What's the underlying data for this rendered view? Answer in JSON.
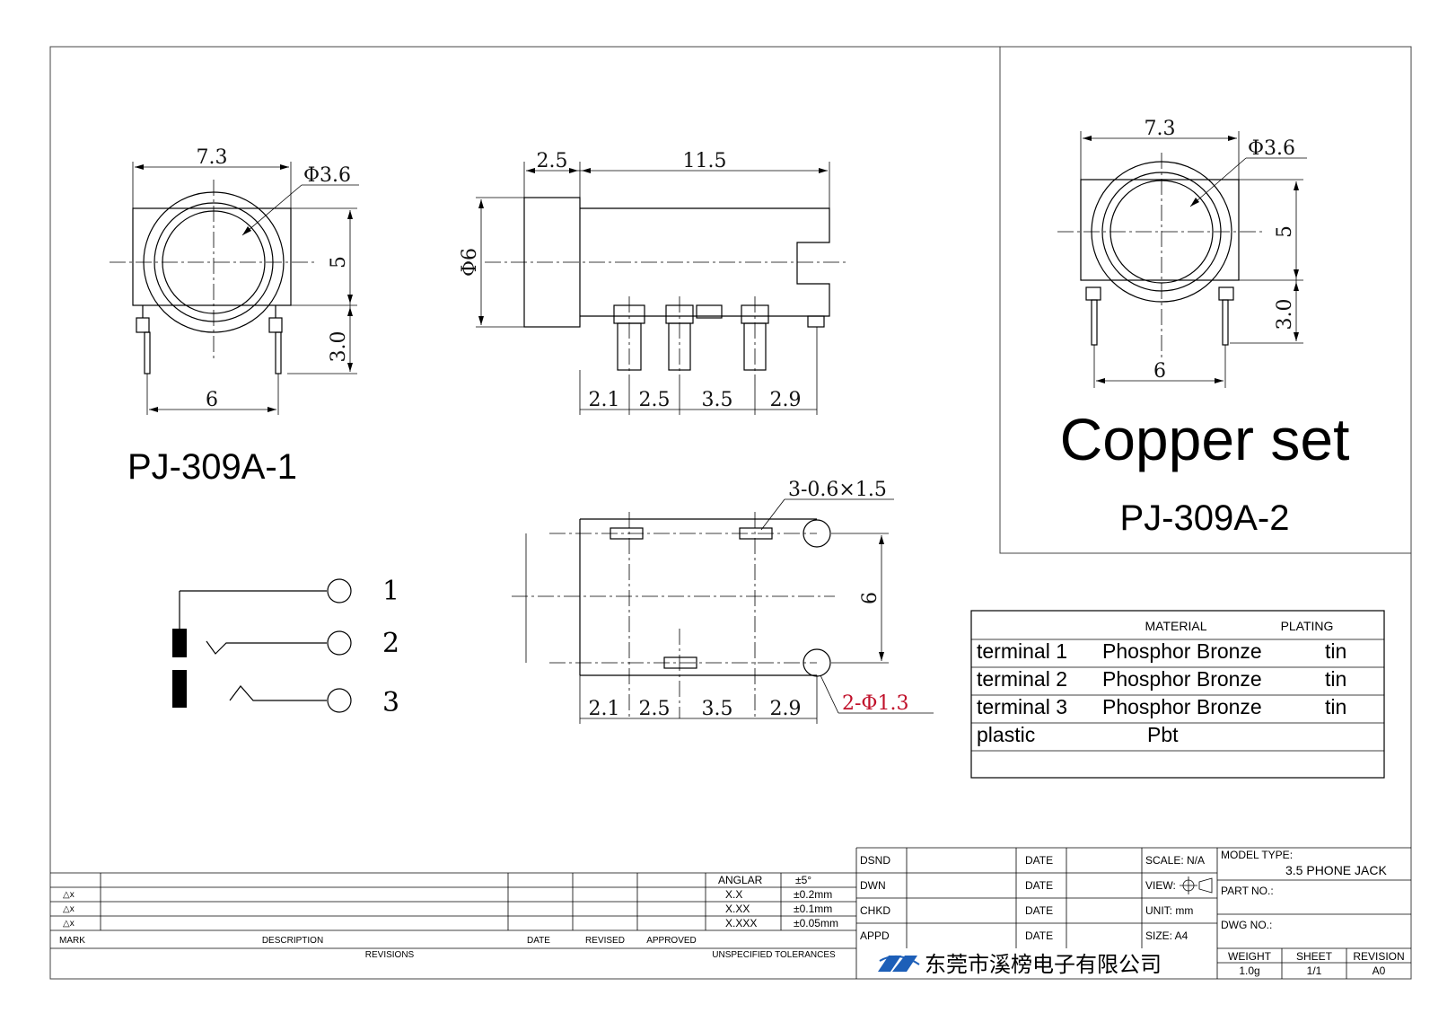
{
  "views": {
    "front": {
      "width_dim": "7.3",
      "bore_dim": "Φ3.6",
      "height_dim": "5",
      "pin_len_dim": "3.0",
      "pin_span_dim": "6",
      "model_label": "PJ-309A-1"
    },
    "side": {
      "flange_dim": "2.5",
      "body_dim": "11.5",
      "dia_dim": "Φ6",
      "pitch_dims": [
        "2.1",
        "2.5",
        "3.5",
        "2.9"
      ]
    },
    "bottom": {
      "slot_callout": "3-0.6×1.5",
      "hole_callout": "2-Φ1.3",
      "height_dim": "6",
      "pitch_dims": [
        "2.1",
        "2.5",
        "3.5",
        "2.9"
      ]
    },
    "schematic": {
      "pins": [
        "1",
        "2",
        "3"
      ]
    },
    "copper": {
      "width_dim": "7.3",
      "bore_dim": "Φ3.6",
      "height_dim": "5",
      "pin_len_dim": "3.0",
      "pin_span_dim": "6",
      "title": "Copper set",
      "model_label": "PJ-309A-2"
    }
  },
  "materials": {
    "headers": [
      "MATERIAL",
      "PLATING"
    ],
    "rows": [
      {
        "part": "terminal 1",
        "material": "Phosphor Bronze",
        "plating": "tin"
      },
      {
        "part": "terminal 2",
        "material": "Phosphor Bronze",
        "plating": "tin"
      },
      {
        "part": "terminal 3",
        "material": "Phosphor Bronze",
        "plating": "tin"
      },
      {
        "part": "plastic",
        "material": "Pbt",
        "plating": ""
      }
    ]
  },
  "title_block": {
    "revisions": {
      "marks": [
        "△x",
        "△x",
        "△x"
      ],
      "headers": [
        "MARK",
        "DESCRIPTION",
        "DATE",
        "REVISED",
        "APPROVED"
      ],
      "footer": "REVISIONS"
    },
    "tolerances": {
      "rows": [
        {
          "label": "ANGLAR",
          "value": "±5°"
        },
        {
          "label": "X.X",
          "value": "±0.2mm"
        },
        {
          "label": "X.XX",
          "value": "±0.1mm"
        },
        {
          "label": "X.XXX",
          "value": "±0.05mm"
        }
      ],
      "footer": "UNSPECIFIED TOLERANCES"
    },
    "signoffs": [
      "DSND",
      "DWN",
      "CHKD",
      "APPD"
    ],
    "date_label": "DATE",
    "scale": "SCALE: N/A",
    "view": "VIEW:",
    "unit": "UNIT: mm",
    "size": "SIZE: A4",
    "model_type_label": "MODEL TYPE:",
    "model_type": "3.5 PHONE JACK",
    "part_no_label": "PART NO.:",
    "dwg_no_label": "DWG NO.:",
    "company": "东莞市溪榜电子有限公司",
    "weight_label": "WEIGHT",
    "weight": "1.0g",
    "sheet_label": "SHEET",
    "sheet": "1/1",
    "revision_label": "REVISION",
    "revision": "A0"
  }
}
